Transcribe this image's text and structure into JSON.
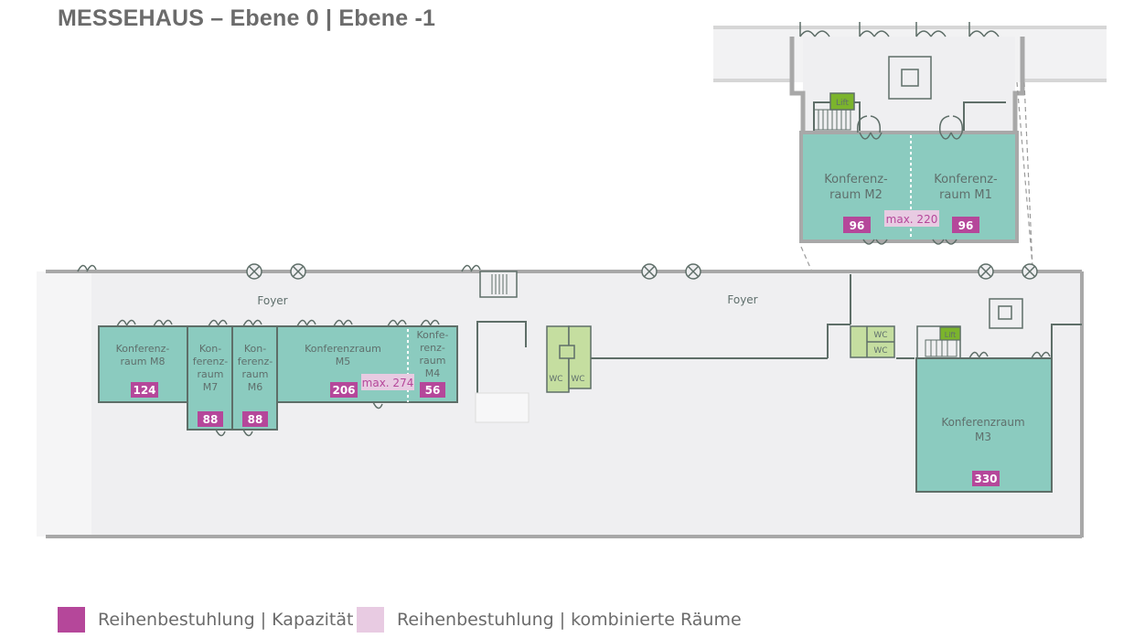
{
  "title": "MESSEHAUS – Ebene 0 | Ebene -1",
  "colors": {
    "room_fill": "#8bcbbf",
    "room_stroke": "#5e6e68",
    "wc_fill": "#c5dea0",
    "lift_fill": "#7bb42c",
    "capacity": "#b5479a",
    "combined": "#e8cbe2",
    "floor": "#efeff1",
    "wall": "#a8a8a8"
  },
  "floor_plan": {
    "upper_level": {
      "rooms": [
        {
          "id": "M2",
          "line1": "Konferenz-",
          "line2": "raum M2",
          "capacity": "96"
        },
        {
          "id": "M1",
          "line1": "Konferenz-",
          "line2": "raum M1",
          "capacity": "96"
        }
      ],
      "combined": "max. 220",
      "lift": "Lift"
    },
    "lower_level": {
      "foyer_labels": [
        "Foyer",
        "Foyer"
      ],
      "rooms": [
        {
          "id": "M8",
          "lines": [
            "Konferenz-",
            "raum M8"
          ],
          "capacity": "124"
        },
        {
          "id": "M7",
          "lines": [
            "Kon-",
            "ferenz-",
            "raum",
            "M7"
          ],
          "capacity": "88"
        },
        {
          "id": "M6",
          "lines": [
            "Kon-",
            "ferenz-",
            "raum",
            "M6"
          ],
          "capacity": "88"
        },
        {
          "id": "M5",
          "lines": [
            "Konferenzraum",
            "M5"
          ],
          "capacity": "206"
        },
        {
          "id": "M4",
          "lines": [
            "Konfe-",
            "renz-",
            "raum",
            "M4"
          ],
          "capacity": "56"
        },
        {
          "id": "M3",
          "lines": [
            "Konferenzraum",
            "M3"
          ],
          "capacity": "330"
        }
      ],
      "combined": "max. 274",
      "wc_labels": [
        "WC",
        "WC",
        "WC",
        "WC"
      ],
      "lift": "Lift"
    }
  },
  "legend": [
    {
      "label": "Reihenbestuhlung | Kapazität",
      "color": "#b5479a"
    },
    {
      "label": "Reihenbestuhlung | kombinierte Räume",
      "color": "#e8cbe2"
    }
  ]
}
